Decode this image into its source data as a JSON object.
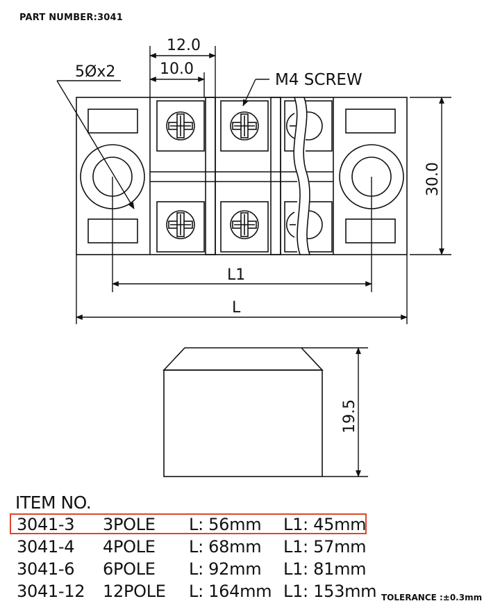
{
  "header": {
    "part_number": "PART  NUMBER:3041"
  },
  "drawing": {
    "dim_12": "12.0",
    "dim_10": "10.0",
    "dim_holes": "5Øx2",
    "screw_label": "M4 SCREW",
    "dim_30": "30.0",
    "dim_L1": "L1",
    "dim_L": "L",
    "dim_195": "19.5"
  },
  "items": {
    "title": "ITEM NO.",
    "rows": [
      {
        "code": "3041-3",
        "pole": "3POLE",
        "l": "L: 56mm",
        "l1": "L1: 45mm",
        "selected": true
      },
      {
        "code": "3041-4",
        "pole": "4POLE",
        "l": "L: 68mm",
        "l1": "L1: 57mm",
        "selected": false
      },
      {
        "code": "3041-6",
        "pole": "6POLE",
        "l": "L: 92mm",
        "l1": "L1: 81mm",
        "selected": false
      },
      {
        "code": "3041-12",
        "pole": "12POLE",
        "l": "L: 164mm",
        "l1": "L1: 153mm",
        "selected": false
      }
    ]
  },
  "footer": {
    "tolerance": "TOLERANCE  :±0.3mm"
  },
  "colors": {
    "highlight": "#e0452b",
    "line": "#111111"
  }
}
